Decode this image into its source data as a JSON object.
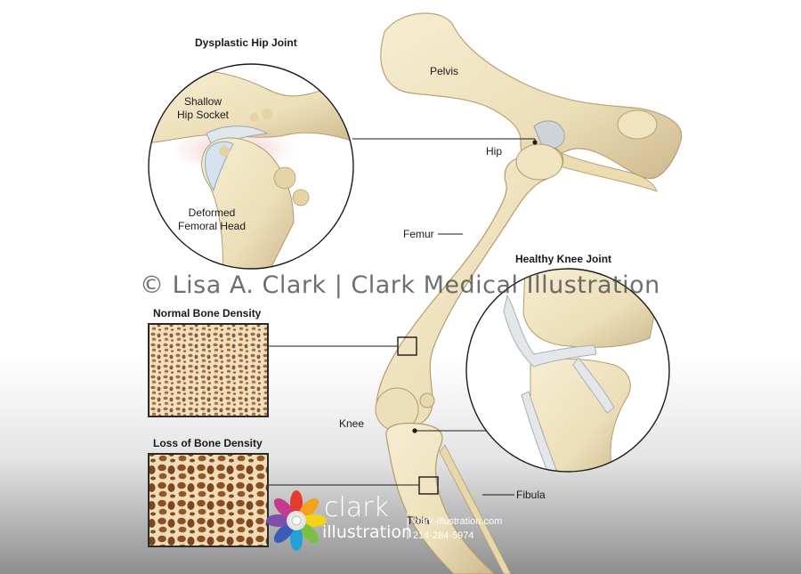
{
  "labels": {
    "dysplastic_title": "Dysplastic Hip Joint",
    "shallow_socket": "Shallow\nHip Socket",
    "deformed_head": "Deformed\nFemoral Head",
    "pelvis": "Pelvis",
    "hip": "Hip",
    "femur": "Femur",
    "healthy_knee_title": "Healthy Knee Joint",
    "normal_density_title": "Normal Bone Density",
    "loss_density_title": "Loss of Bone Density",
    "knee": "Knee",
    "fibula": "Fibula",
    "tibia": "Tibia"
  },
  "watermark": "© Lisa A. Clark | Clark Medical Illustration",
  "brand": {
    "word1": "clark",
    "word2": "illustration",
    "website": "clark-illustration.com",
    "phone": "214-284-5974"
  },
  "colors": {
    "bone": "#efe3c0",
    "bone_shadow": "#c9b48a",
    "cartilage": "#dfe3e6",
    "ink": "#1a1a1a",
    "bottom_gradient": "#8c8c8c"
  }
}
